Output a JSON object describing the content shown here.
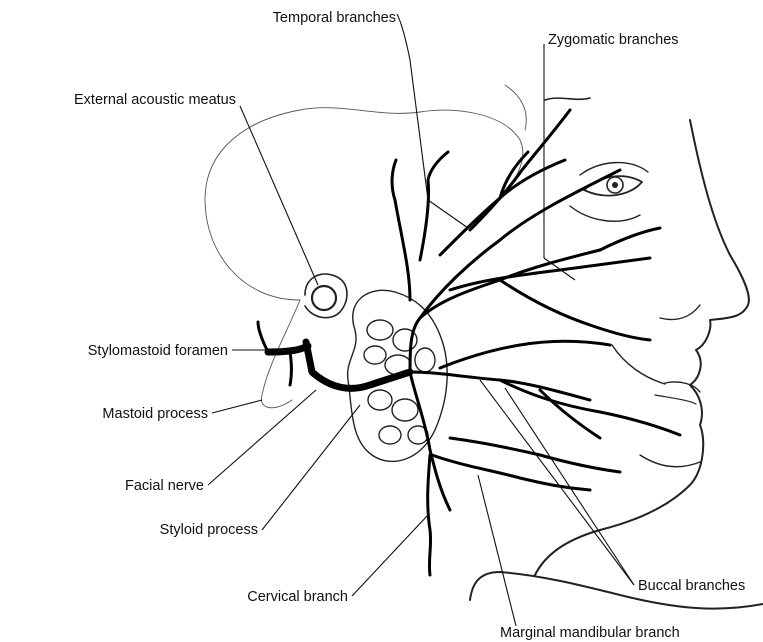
{
  "labels": {
    "temporal": "Temporal branches",
    "zygomatic": "Zygomatic branches",
    "external_acoustic_meatus": "External acoustic meatus",
    "stylomastoid_foramen": "Stylomastoid foramen",
    "mastoid_process": "Mastoid process",
    "facial_nerve": "Facial nerve",
    "styloid_process": "Styloid process",
    "cervical_branch": "Cervical branch",
    "buccal_branches": "Buccal branches",
    "marginal_mandibular_branch": "Marginal mandibular branch"
  }
}
